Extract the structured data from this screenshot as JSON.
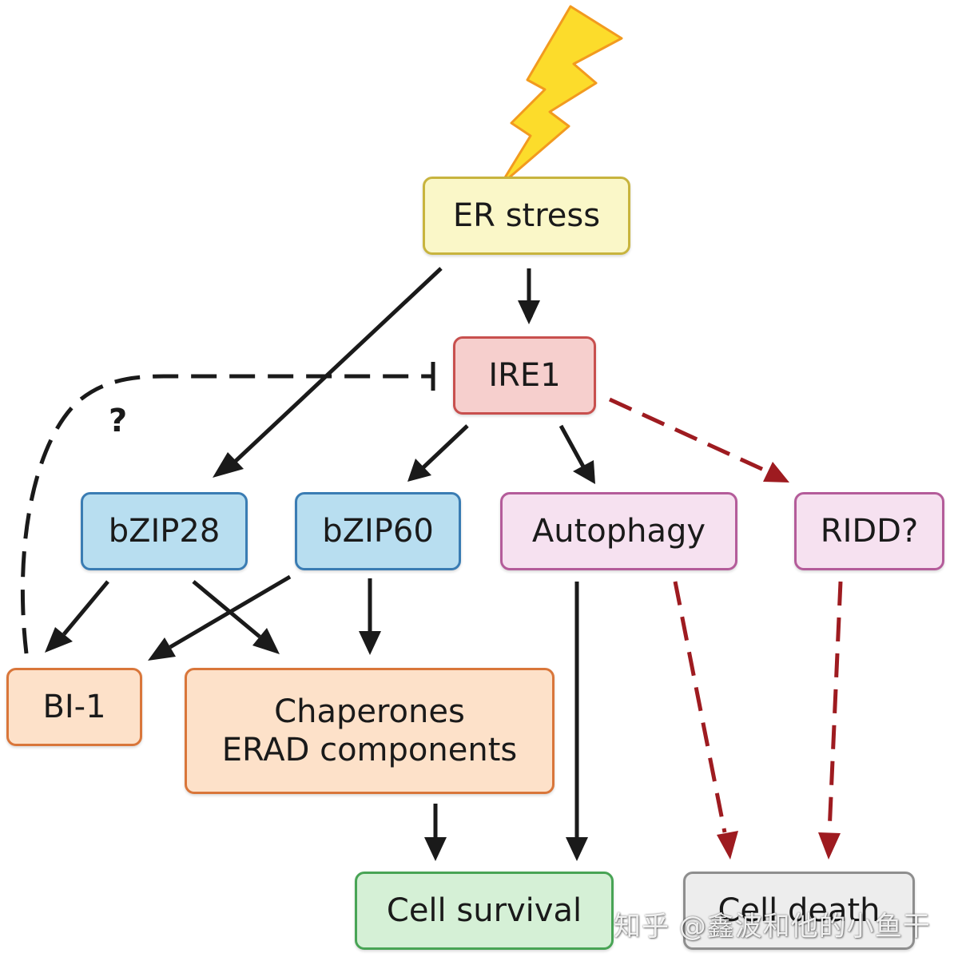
{
  "nodes": {
    "er_stress": "ER stress",
    "ire1": "IRE1",
    "bzip28": "bZIP28",
    "bzip60": "bZIP60",
    "autophagy": "Autophagy",
    "ridd": "RIDD?",
    "bi1": "BI-1",
    "chaperones_line1": "Chaperones",
    "chaperones_line2": "ERAD components",
    "cell_survival": "Cell survival",
    "cell_death": "Cell death"
  },
  "annotation": {
    "question_mark": "?"
  },
  "watermark": "知乎 @鑫波和他的小鱼干",
  "colors": {
    "arrow_black": "#1a1a1a",
    "arrow_red": "#9e1b20",
    "lightning_fill": "#fcdc2b",
    "lightning_stroke": "#f29a1f"
  }
}
